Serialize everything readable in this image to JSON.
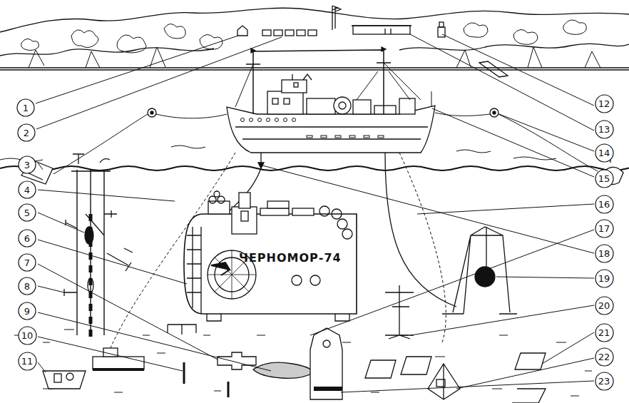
{
  "diagram": {
    "nodes": [
      {
        "text": [
          "1"
        ]
      },
      {
        "text": [
          "2"
        ]
      },
      {
        "text": [
          "3"
        ]
      },
      {
        "text": [
          "4"
        ]
      },
      {
        "text": [
          "5"
        ]
      },
      {
        "text": [
          "6"
        ]
      },
      {
        "text": [
          "7"
        ]
      },
      {
        "text": [
          "8"
        ]
      },
      {
        "text": [
          "9"
        ]
      },
      {
        "text": [
          "10"
        ]
      },
      {
        "text": [
          "11"
        ]
      },
      {
        "text": [
          "12"
        ]
      },
      {
        "text": [
          "13"
        ]
      },
      {
        "text": [
          "14"
        ]
      },
      {
        "text": [
          "15"
        ]
      },
      {
        "text": [
          "16"
        ]
      },
      {
        "text": [
          "17"
        ]
      },
      {
        "text": [
          "18"
        ]
      },
      {
        "text": [
          "19"
        ]
      },
      {
        "text": [
          "20"
        ]
      },
      {
        "text": [
          "21"
        ]
      },
      {
        "text": [
          "22"
        ]
      },
      {
        "text": [
          "23"
        ]
      }
    ],
    "labels": [
      "ЧЕРНОМОР-74"
    ]
  }
}
